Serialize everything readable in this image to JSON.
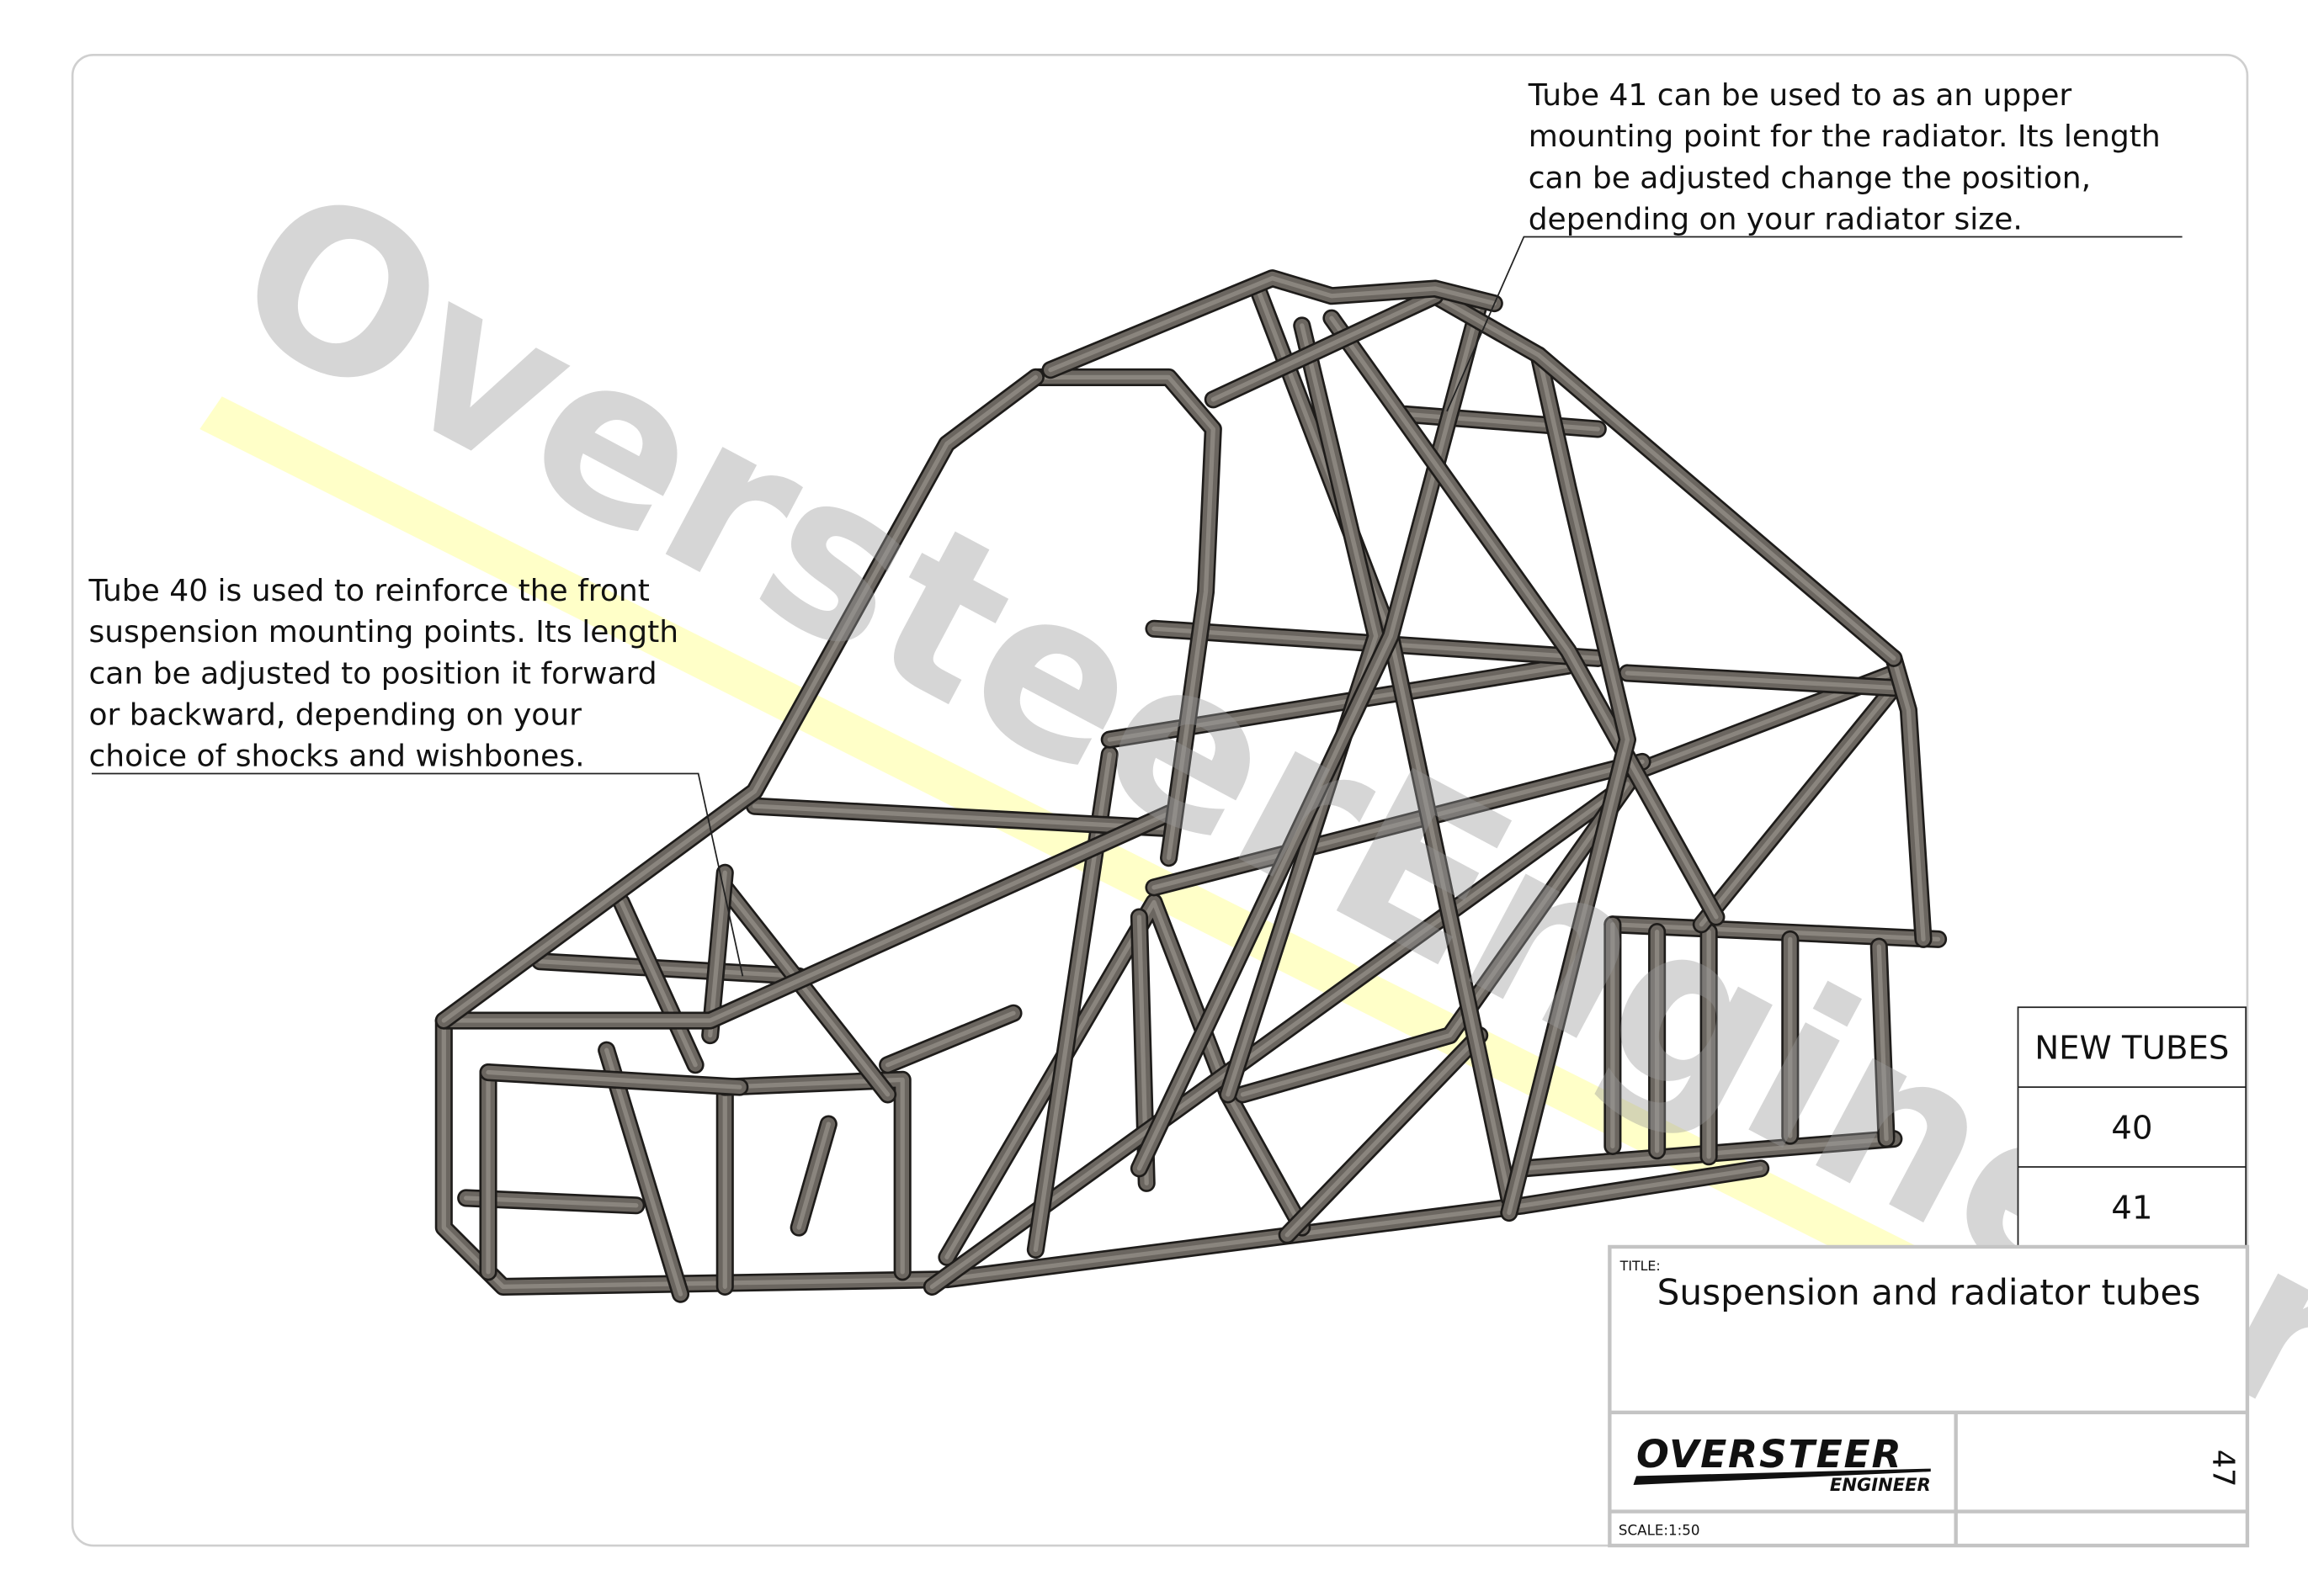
{
  "annotations": {
    "tube41": [
      "Tube 41 can be used to as an upper",
      "mounting point for the radiator. Its length",
      "can be adjusted change the position,",
      "depending on your radiator size."
    ],
    "tube40": [
      "Tube 40 is used to reinforce the front",
      "suspension mounting points. Its length",
      "can be adjusted to position it forward",
      "or backward, depending on your",
      "choice of shocks and wishbones."
    ]
  },
  "new_tubes_table": {
    "header": "NEW TUBES",
    "rows": [
      "40",
      "41"
    ]
  },
  "title_block": {
    "title_label": "TITLE:",
    "title": "Suspension and radiator tubes",
    "logo_main": "OVERSTEER",
    "logo_sub": "ENGINEER",
    "sheet_number": "47",
    "scale": "SCALE:1:50"
  },
  "watermark": "OversteerEngineer",
  "colors": {
    "tube": "#6b6660",
    "tube_outline": "#1e1c1a",
    "border": "#c8c8c8",
    "watermark_band": "#ffff9a"
  }
}
